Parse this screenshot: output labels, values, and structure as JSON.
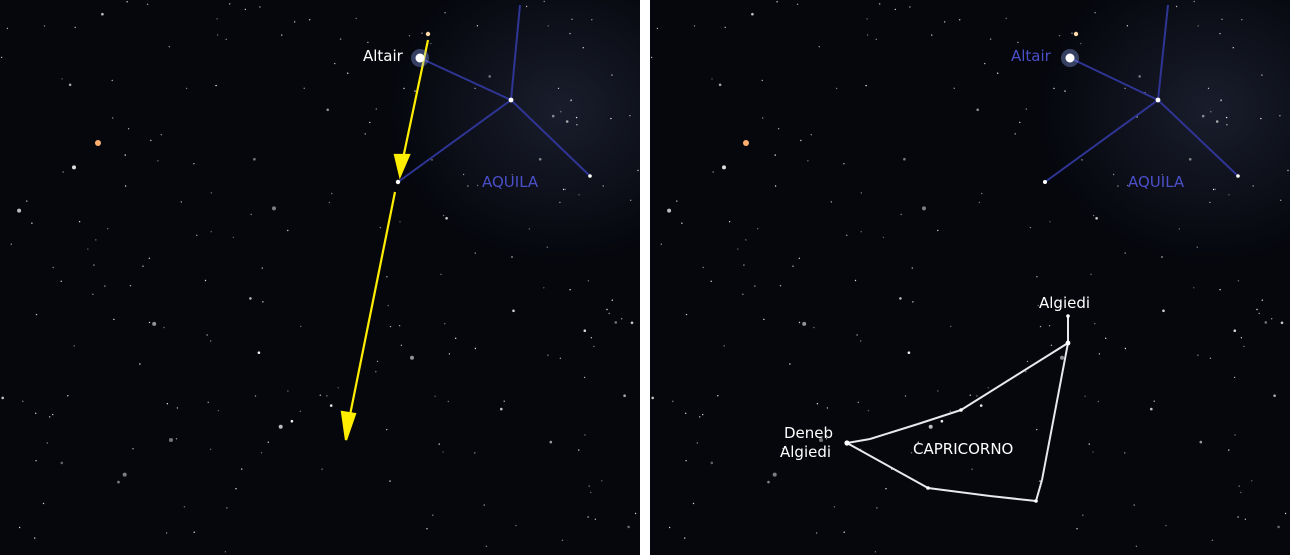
{
  "colors": {
    "sky": "#05070d",
    "aquila_line": "#2e3594",
    "aquila_label": "#4a4fc8",
    "pointer_arrow": "#ffee00",
    "capricorn_line": "#e8e8ee",
    "label_white": "#ffffff",
    "divider": "#ffffff"
  },
  "left_panel": {
    "labels": {
      "altair": "Altair",
      "aquila": "AQUILA"
    }
  },
  "right_panel": {
    "labels": {
      "altair": "Altair",
      "aquila": "AQUILA",
      "algiedi": "Algiedi",
      "deneb_line1": "Deneb",
      "deneb_line2": "Algiedi",
      "capricorno": "CAPRICORNO"
    }
  }
}
